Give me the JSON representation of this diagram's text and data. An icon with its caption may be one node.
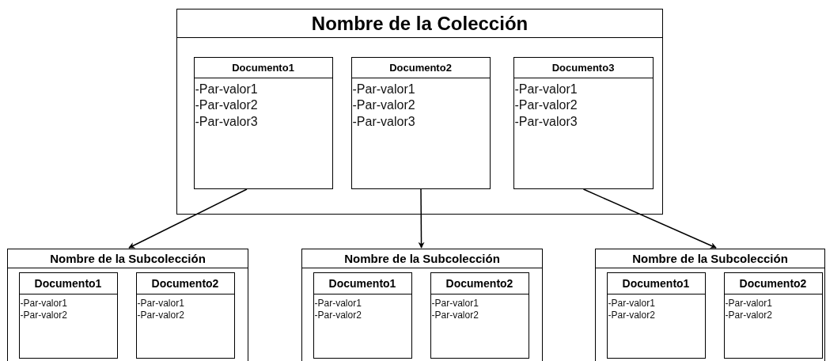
{
  "diagram": {
    "nodes": [
      {
        "text": [
          "Nombre de la Colección"
        ]
      },
      {
        "text": [
          "Documento1",
          "-Par-valor1",
          "-Par-valor2",
          "-Par-valor3"
        ],
        "in": 0
      },
      {
        "text": [
          "Documento2",
          "-Par-valor1",
          "-Par-valor2",
          "-Par-valor3"
        ],
        "in": 0
      },
      {
        "text": [
          "Documento3",
          "-Par-valor1",
          "-Par-valor2",
          "-Par-valor3"
        ],
        "in": 0
      },
      {
        "text": [
          "Nombre de la Subcolección"
        ]
      },
      {
        "text": [
          "Documento1",
          "-Par-valor1",
          "-Par-valor2"
        ],
        "in": 4
      },
      {
        "text": [
          "Documento2",
          "-Par-valor1",
          "-Par-valor2"
        ],
        "in": 4
      },
      {
        "text": [
          "Nombre de la Subcolección"
        ]
      },
      {
        "text": [
          "Documento1",
          "-Par-valor1",
          "-Par-valor2"
        ],
        "in": 7
      },
      {
        "text": [
          "Documento2",
          "-Par-valor1",
          "-Par-valor2"
        ],
        "in": 7
      },
      {
        "text": [
          "Nombre de la Subcolección"
        ]
      },
      {
        "text": [
          "Documento1",
          "-Par-valor1",
          "-Par-valor2"
        ],
        "in": 10
      },
      {
        "text": [
          "Documento2",
          "-Par-valor1",
          "-Par-valor2"
        ],
        "in": 10
      }
    ],
    "edges": [
      {
        "from": 1,
        "to": 4,
        "arrow": "to"
      },
      {
        "from": 2,
        "to": 7,
        "arrow": "to"
      },
      {
        "from": 3,
        "to": 10,
        "arrow": "to"
      }
    ]
  }
}
